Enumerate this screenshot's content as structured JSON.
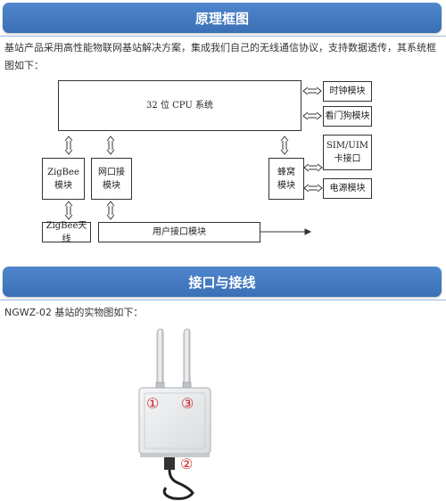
{
  "section1": {
    "title": "原理框图",
    "intro": "基站产品采用高性能物联网基站解决方案，集成我们自己的无线通信协议，支持数据透传，其系统框图如下："
  },
  "diagram": {
    "cpu": "32 位 CPU 系统",
    "zigbee_module": [
      "ZigBee",
      "模块"
    ],
    "ethernet_module": [
      "网口接",
      "模块"
    ],
    "cellular_module": [
      "蜂窝",
      "模块"
    ],
    "clock_module": "时钟模块",
    "watchdog_module": "看门狗模块",
    "sim_module": [
      "SIM/UIM",
      "卡接口"
    ],
    "power_module": "电源模块",
    "zigbee_antenna": "ZigBee天线",
    "user_interface": "用户接口模块"
  },
  "section2": {
    "title": "接口与接线",
    "caption": "NGWZ-02 基站的实物图如下："
  },
  "photo": {
    "markers": [
      "①",
      "②",
      "③"
    ]
  },
  "colors": {
    "banner": "#3b6fb6",
    "marker": "#cc2222"
  }
}
